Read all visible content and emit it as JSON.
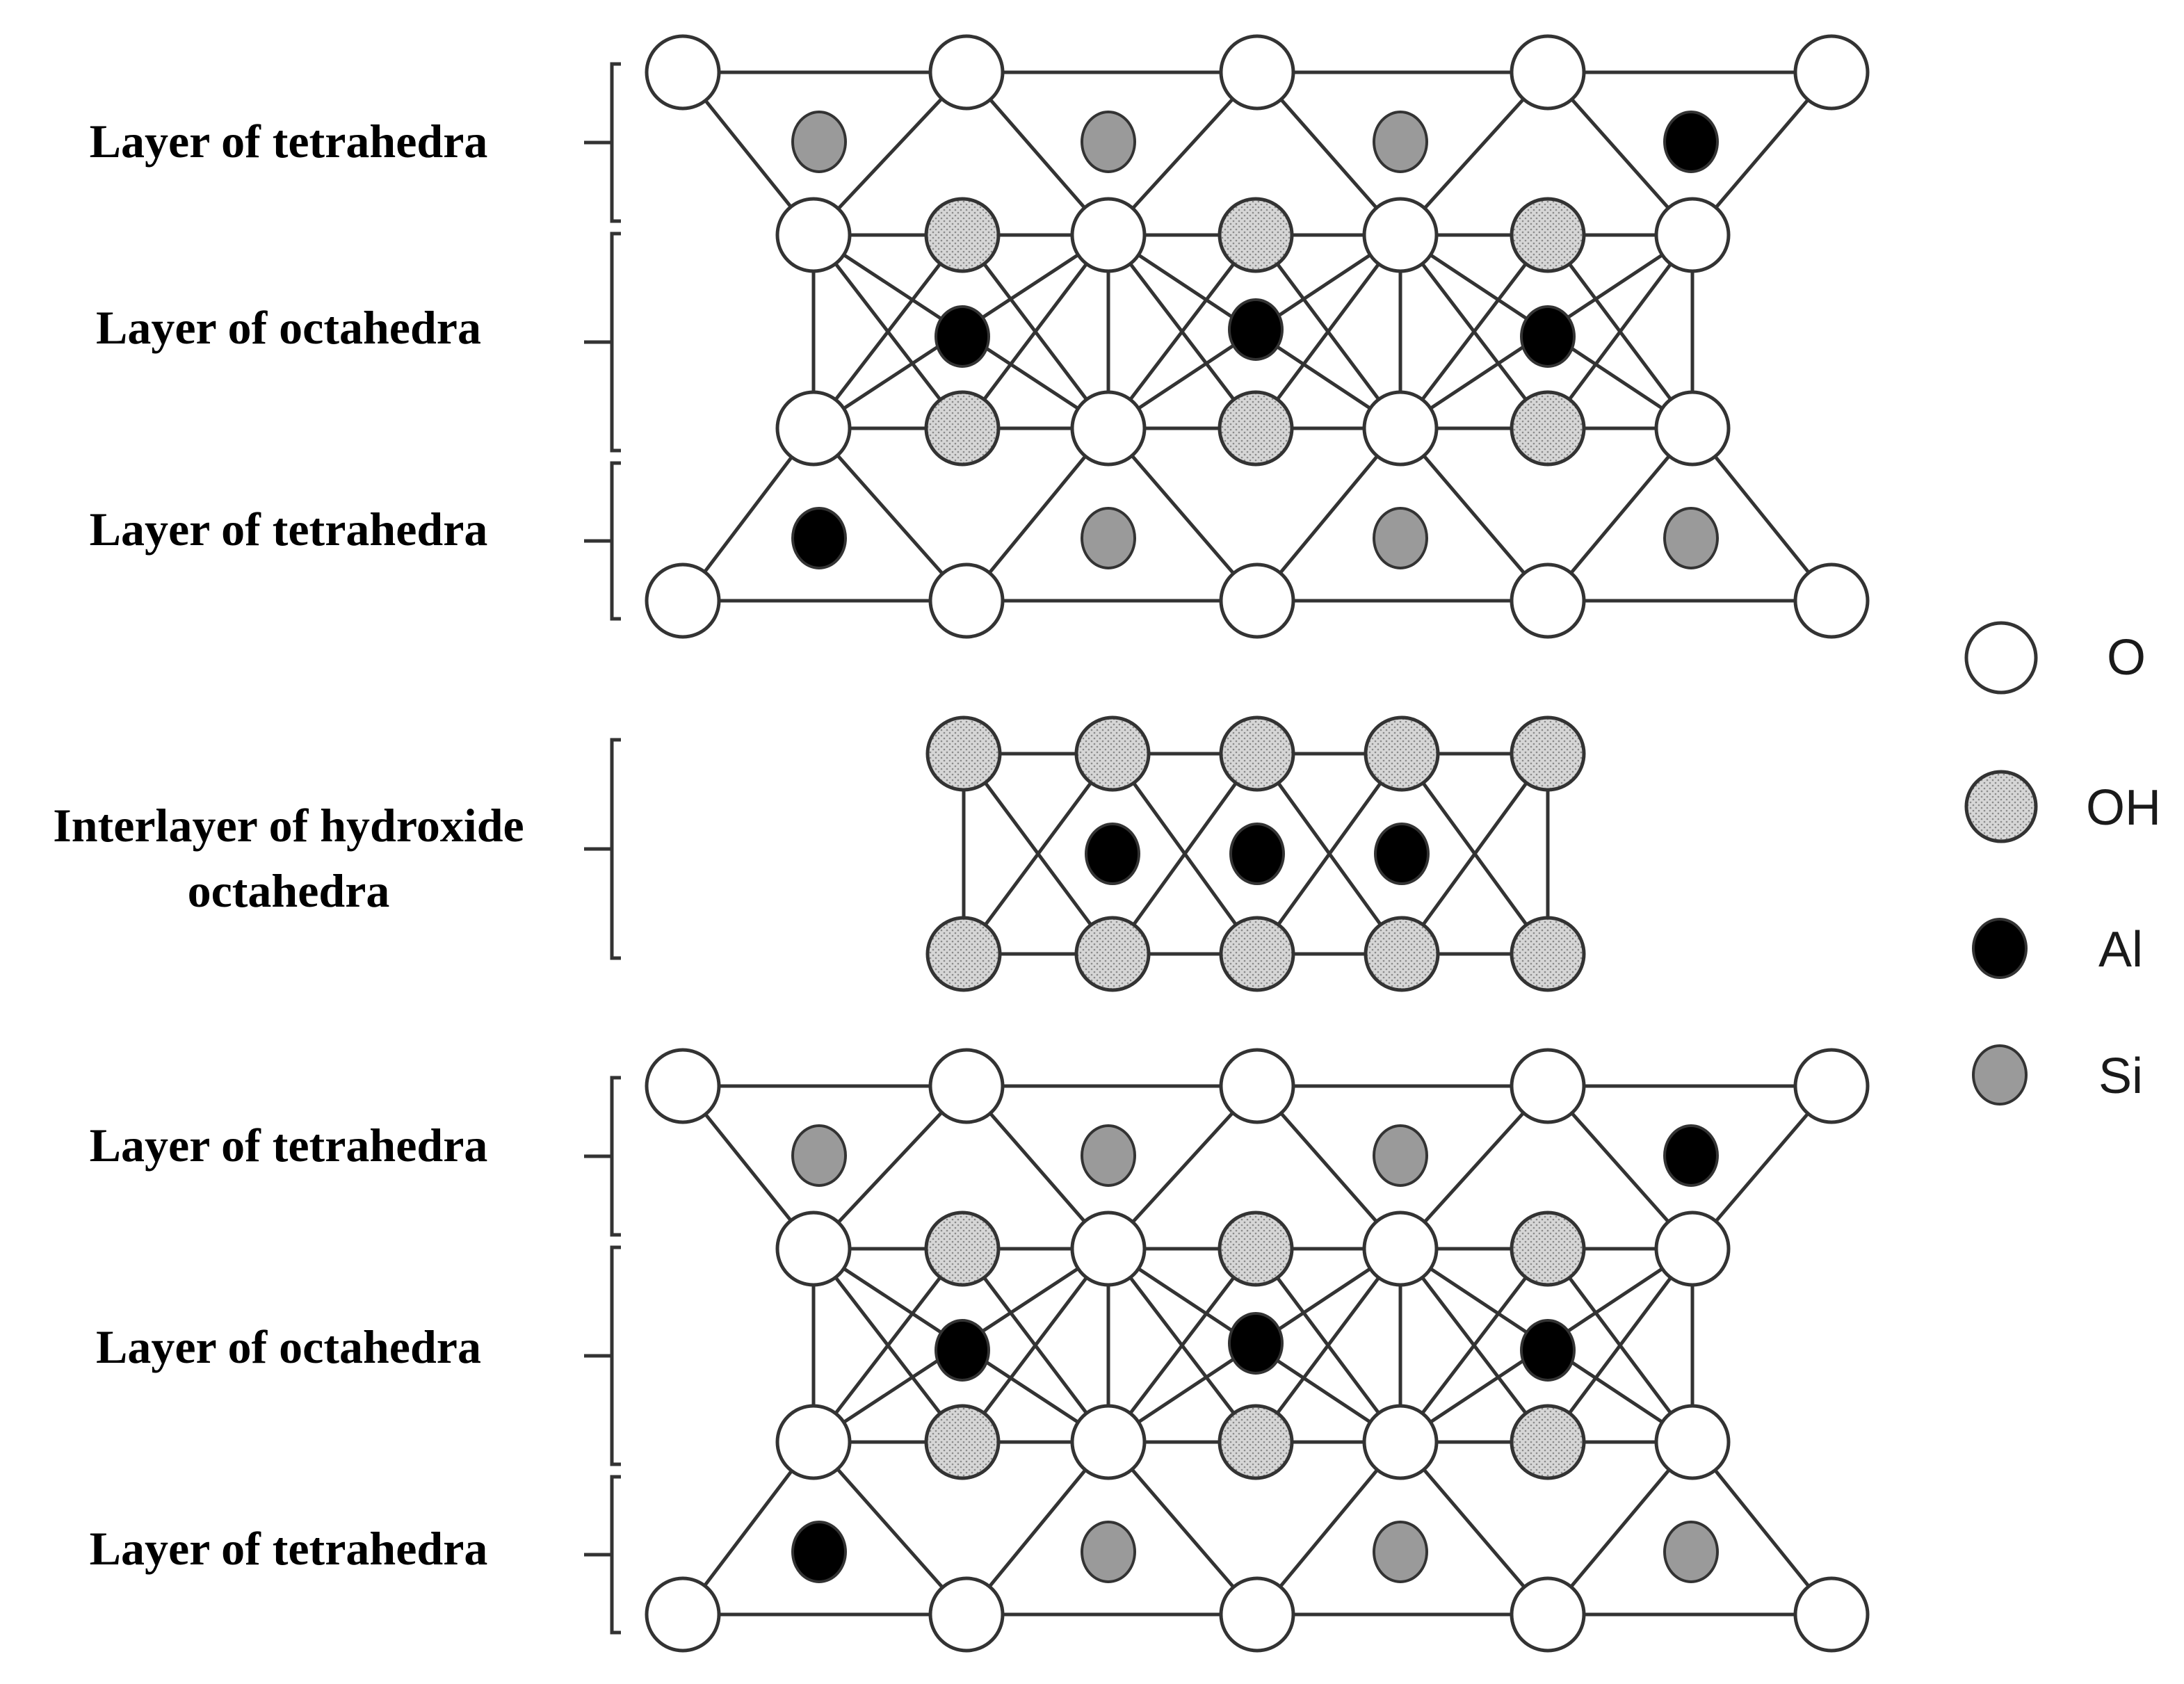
{
  "layers": [
    {
      "id": "top-tetra-upper",
      "label": "Layer of tetrahedra"
    },
    {
      "id": "top-octa",
      "label": "Layer of octahedra"
    },
    {
      "id": "top-tetra-lower",
      "label": "Layer of tetrahedra"
    },
    {
      "id": "interlayer",
      "label_line1": "Interlayer of hydroxide",
      "label_line2": "octahedra"
    },
    {
      "id": "bottom-tetra-upper",
      "label": "Layer of tetrahedra"
    },
    {
      "id": "bottom-octa",
      "label": "Layer of octahedra"
    },
    {
      "id": "bottom-tetra-lower",
      "label": "Layer of tetrahedra"
    }
  ],
  "legend": [
    {
      "key": "O",
      "label": "O"
    },
    {
      "key": "OH",
      "label": "OH"
    },
    {
      "key": "Al",
      "label": "Al"
    },
    {
      "key": "Si",
      "label": "Si"
    }
  ],
  "atom_colors": {
    "O": "#ffffff",
    "OH": "#cfcfcf",
    "Al": "#000000",
    "Si": "#9a9a9a",
    "outline": "#333333"
  },
  "tetrahedral_cations": {
    "top_upper": [
      "Si",
      "Si",
      "Si",
      "Al"
    ],
    "top_lower": [
      "Al",
      "Si",
      "Si",
      "Si"
    ],
    "bottom_upper": [
      "Si",
      "Si",
      "Si",
      "Al"
    ],
    "bottom_lower": [
      "Al",
      "Si",
      "Si",
      "Si"
    ]
  },
  "octahedral_cations": {
    "top": [
      "Al",
      "Al",
      "Al"
    ],
    "interlayer": [
      "Al",
      "Al",
      "Al"
    ],
    "bottom": [
      "Al",
      "Al",
      "Al"
    ]
  }
}
